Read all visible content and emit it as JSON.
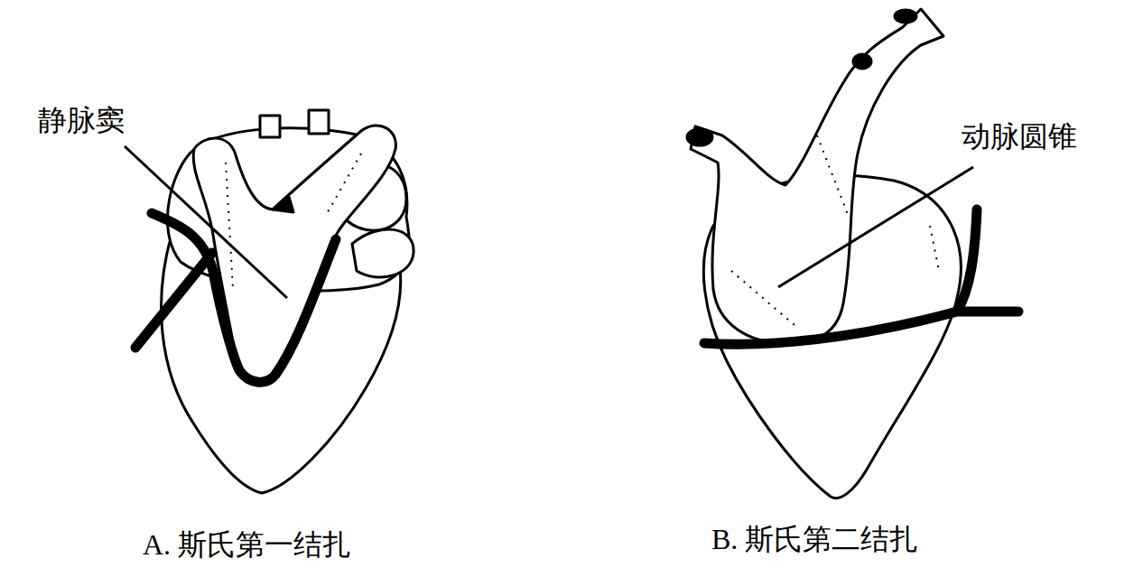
{
  "diagram": {
    "labels": [
      "静脉窦",
      "动脉圆锥",
      "A. 斯氏第一结扎",
      "B. 斯氏第二结扎"
    ]
  }
}
